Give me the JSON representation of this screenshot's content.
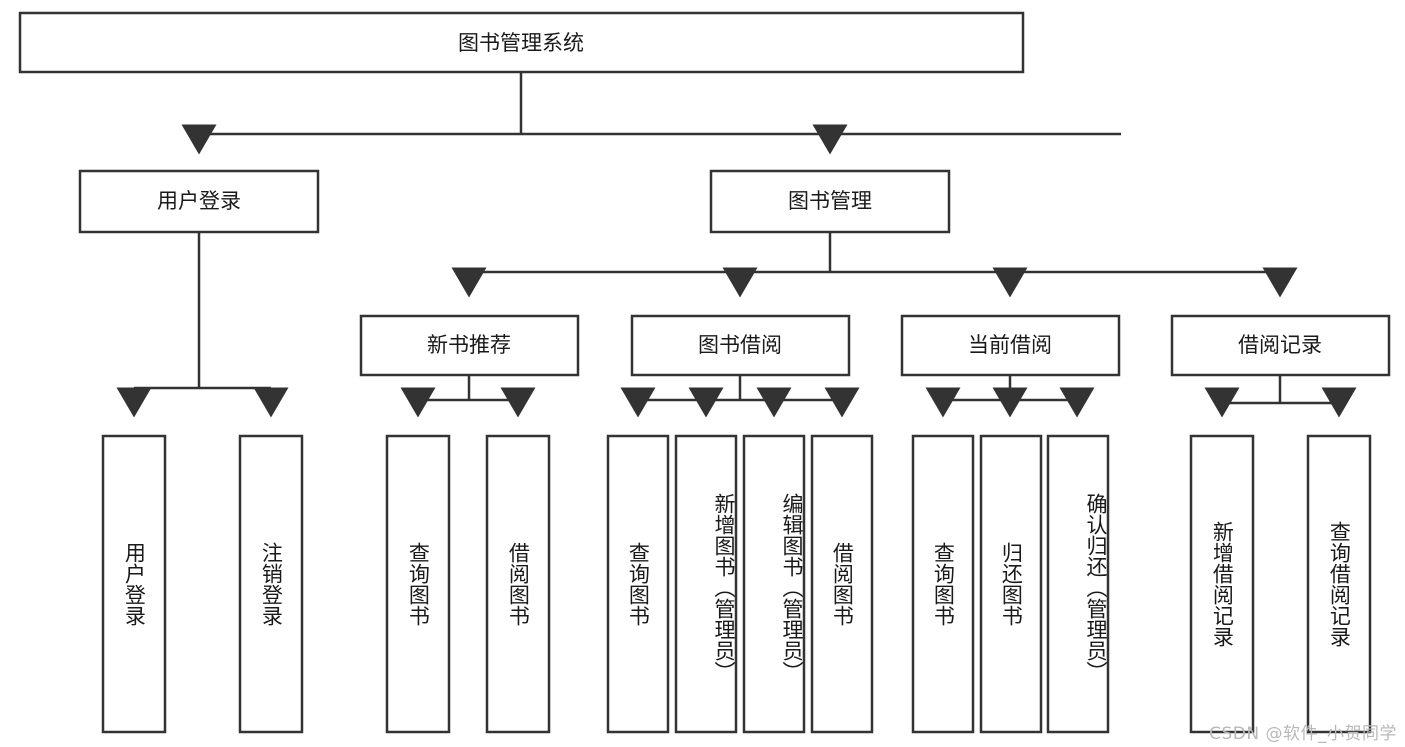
{
  "diagram": {
    "title": "图书管理系统",
    "watermark": "CSDN @软件_小贺同学",
    "colors": {
      "stroke": "#333333",
      "fill": "#ffffff",
      "text": "#1a1a1a",
      "watermark": "#b8b8b8"
    },
    "root": {
      "label": "图书管理系统"
    },
    "level2": [
      {
        "label": "用户登录"
      },
      {
        "label": "图书管理"
      }
    ],
    "level3": [
      {
        "label": "新书推荐"
      },
      {
        "label": "图书借阅"
      },
      {
        "label": "当前借阅"
      },
      {
        "label": "借阅记录"
      }
    ],
    "leaves": {
      "user_login": [
        {
          "label": "用户登录"
        },
        {
          "label": "注销登录"
        }
      ],
      "new_books": [
        {
          "label": "查询图书"
        },
        {
          "label": "借阅图书"
        }
      ],
      "book_borrow": [
        {
          "label": "查询图书"
        },
        {
          "label": "新增图书（管理员）"
        },
        {
          "label": "编辑图书（管理员）"
        },
        {
          "label": "借阅图书"
        }
      ],
      "current_borrow": [
        {
          "label": "查询图书"
        },
        {
          "label": "归还图书"
        },
        {
          "label": "确认归还（管理员）"
        }
      ],
      "borrow_records": [
        {
          "label": "新增借阅记录"
        },
        {
          "label": "查询借阅记录"
        }
      ]
    }
  }
}
